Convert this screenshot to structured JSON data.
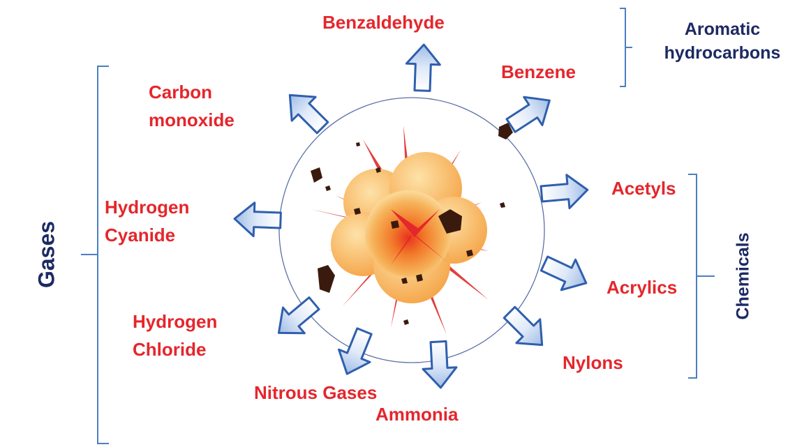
{
  "products": {
    "benzaldehyde": "Benzaldehyde",
    "benzene": "Benzene",
    "carbon_monoxide": [
      "Carbon",
      "monoxide"
    ],
    "hydrogen_cyanide": [
      "Hydrogen",
      "Cyanide"
    ],
    "hydrogen_chloride": [
      "Hydrogen",
      "Chloride"
    ],
    "nitrous_gases": "Nitrous Gases",
    "ammonia": "Ammonia",
    "acetyls": "Acetyls",
    "acrylics": "Acrylics",
    "nylons": "Nylons"
  },
  "groups": {
    "aromatic": [
      "Aromatic",
      "hydrocarbons"
    ],
    "gases": "Gases",
    "chemicals": "Chemicals"
  },
  "colors": {
    "product_label": "#e5262c",
    "group_label": "#1c2a63",
    "bracket": "#4a7fc1",
    "arrow_outline": "#2f5fae",
    "circle": "#5b6fa6"
  }
}
